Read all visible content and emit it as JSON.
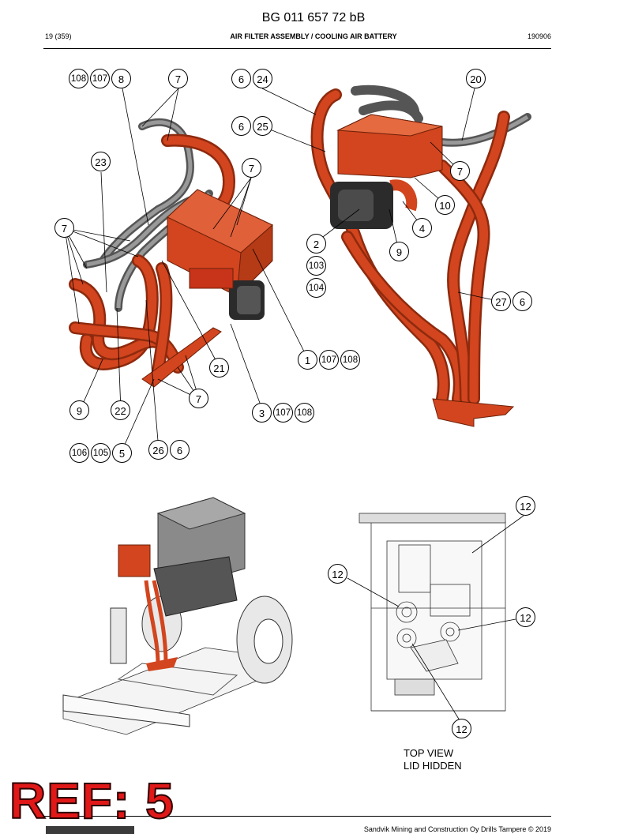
{
  "header": {
    "doc_number": "BG 011 657 72 bB",
    "page": "19 (359)",
    "section_title": "AIR FILTER ASSEMBLY / COOLING AIR BATTERY",
    "date_code": "190906"
  },
  "callouts": {
    "c108a": "108",
    "c107a": "107",
    "c8": "8",
    "c7a": "7",
    "c6a": "6",
    "c24": "24",
    "c20": "20",
    "c6b": "6",
    "c25": "25",
    "c23": "23",
    "c7b": "7",
    "c7c": "7",
    "c10": "10",
    "c7d": "7",
    "c4": "4",
    "c2": "2",
    "c9a": "9",
    "c103": "103",
    "c104": "104",
    "c27": "27",
    "c6c": "6",
    "c1": "1",
    "c107b": "107",
    "c108b": "108",
    "c21": "21",
    "c7e": "7",
    "c9b": "9",
    "c22": "22",
    "c3": "3",
    "c107c": "107",
    "c108c": "108",
    "c106": "106",
    "c105": "105",
    "c5": "5",
    "c26": "26",
    "c6d": "6",
    "c12a": "12",
    "c12b": "12",
    "c12c": "12",
    "c12d": "12"
  },
  "top_view_caption": [
    "TOP VIEW",
    "LID HIDDEN"
  ],
  "stamp": "REF: 5",
  "footer": {
    "copyright": "Sandvik Mining and Construction Oy Drills Tampere © 2019"
  },
  "colors": {
    "part_orange": "#d2451e",
    "hose_gray": "#6e6e6e",
    "stamp_red": "#e01818"
  }
}
